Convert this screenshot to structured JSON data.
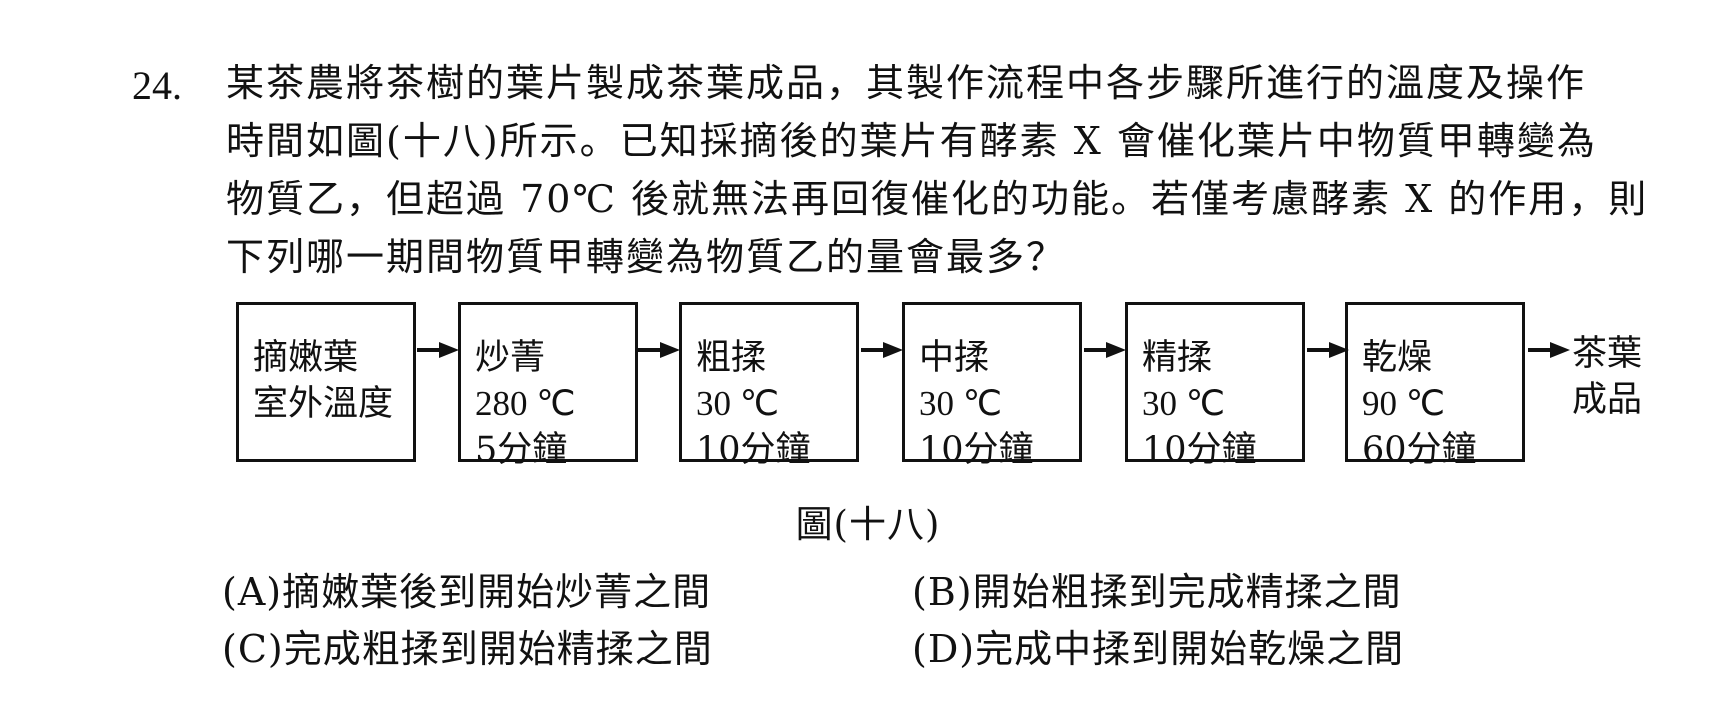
{
  "question": {
    "number": "24.",
    "lines": [
      "某茶農將茶樹的葉片製成茶葉成品，其製作流程中各步驟所進行的溫度及操作",
      "時間如圖(十八)所示。已知採摘後的葉片有酵素 X 會催化葉片中物質甲轉變為",
      "物質乙，但超過 70℃ 後就無法再回復催化的功能。若僅考慮酵素 X 的作用，則",
      "下列哪一期間物質甲轉變為物質乙的量會最多？"
    ]
  },
  "flow": {
    "steps": [
      {
        "name": "摘嫩葉",
        "temp": "室外溫度",
        "time": ""
      },
      {
        "name": "炒菁",
        "temp": "280 ℃",
        "time": "5分鐘"
      },
      {
        "name": "粗揉",
        "temp": "30 ℃",
        "time": "10分鐘"
      },
      {
        "name": "中揉",
        "temp": "30 ℃",
        "time": "10分鐘"
      },
      {
        "name": "精揉",
        "temp": "30 ℃",
        "time": "10分鐘"
      },
      {
        "name": "乾燥",
        "temp": "90 ℃",
        "time": "60分鐘"
      }
    ],
    "product_line1": "茶葉",
    "product_line2": "成品",
    "caption": "圖(十八)"
  },
  "options": {
    "a": "(A)摘嫩葉後到開始炒菁之間",
    "b": "(B)開始粗揉到完成精揉之間",
    "c": "(C)完成粗揉到開始精揉之間",
    "d": "(D)完成中揉到開始乾燥之間"
  }
}
